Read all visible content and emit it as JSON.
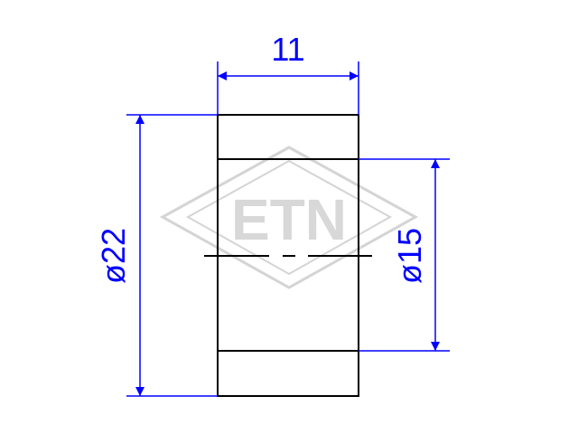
{
  "drawing": {
    "watermark_text": "ETN",
    "dims": {
      "width": "11",
      "outer_diameter": "ø22",
      "inner_diameter": "ø15"
    },
    "colors": {
      "outline": "#000000",
      "dimension": "#0000ff",
      "watermark": "#d0d0d0"
    }
  }
}
